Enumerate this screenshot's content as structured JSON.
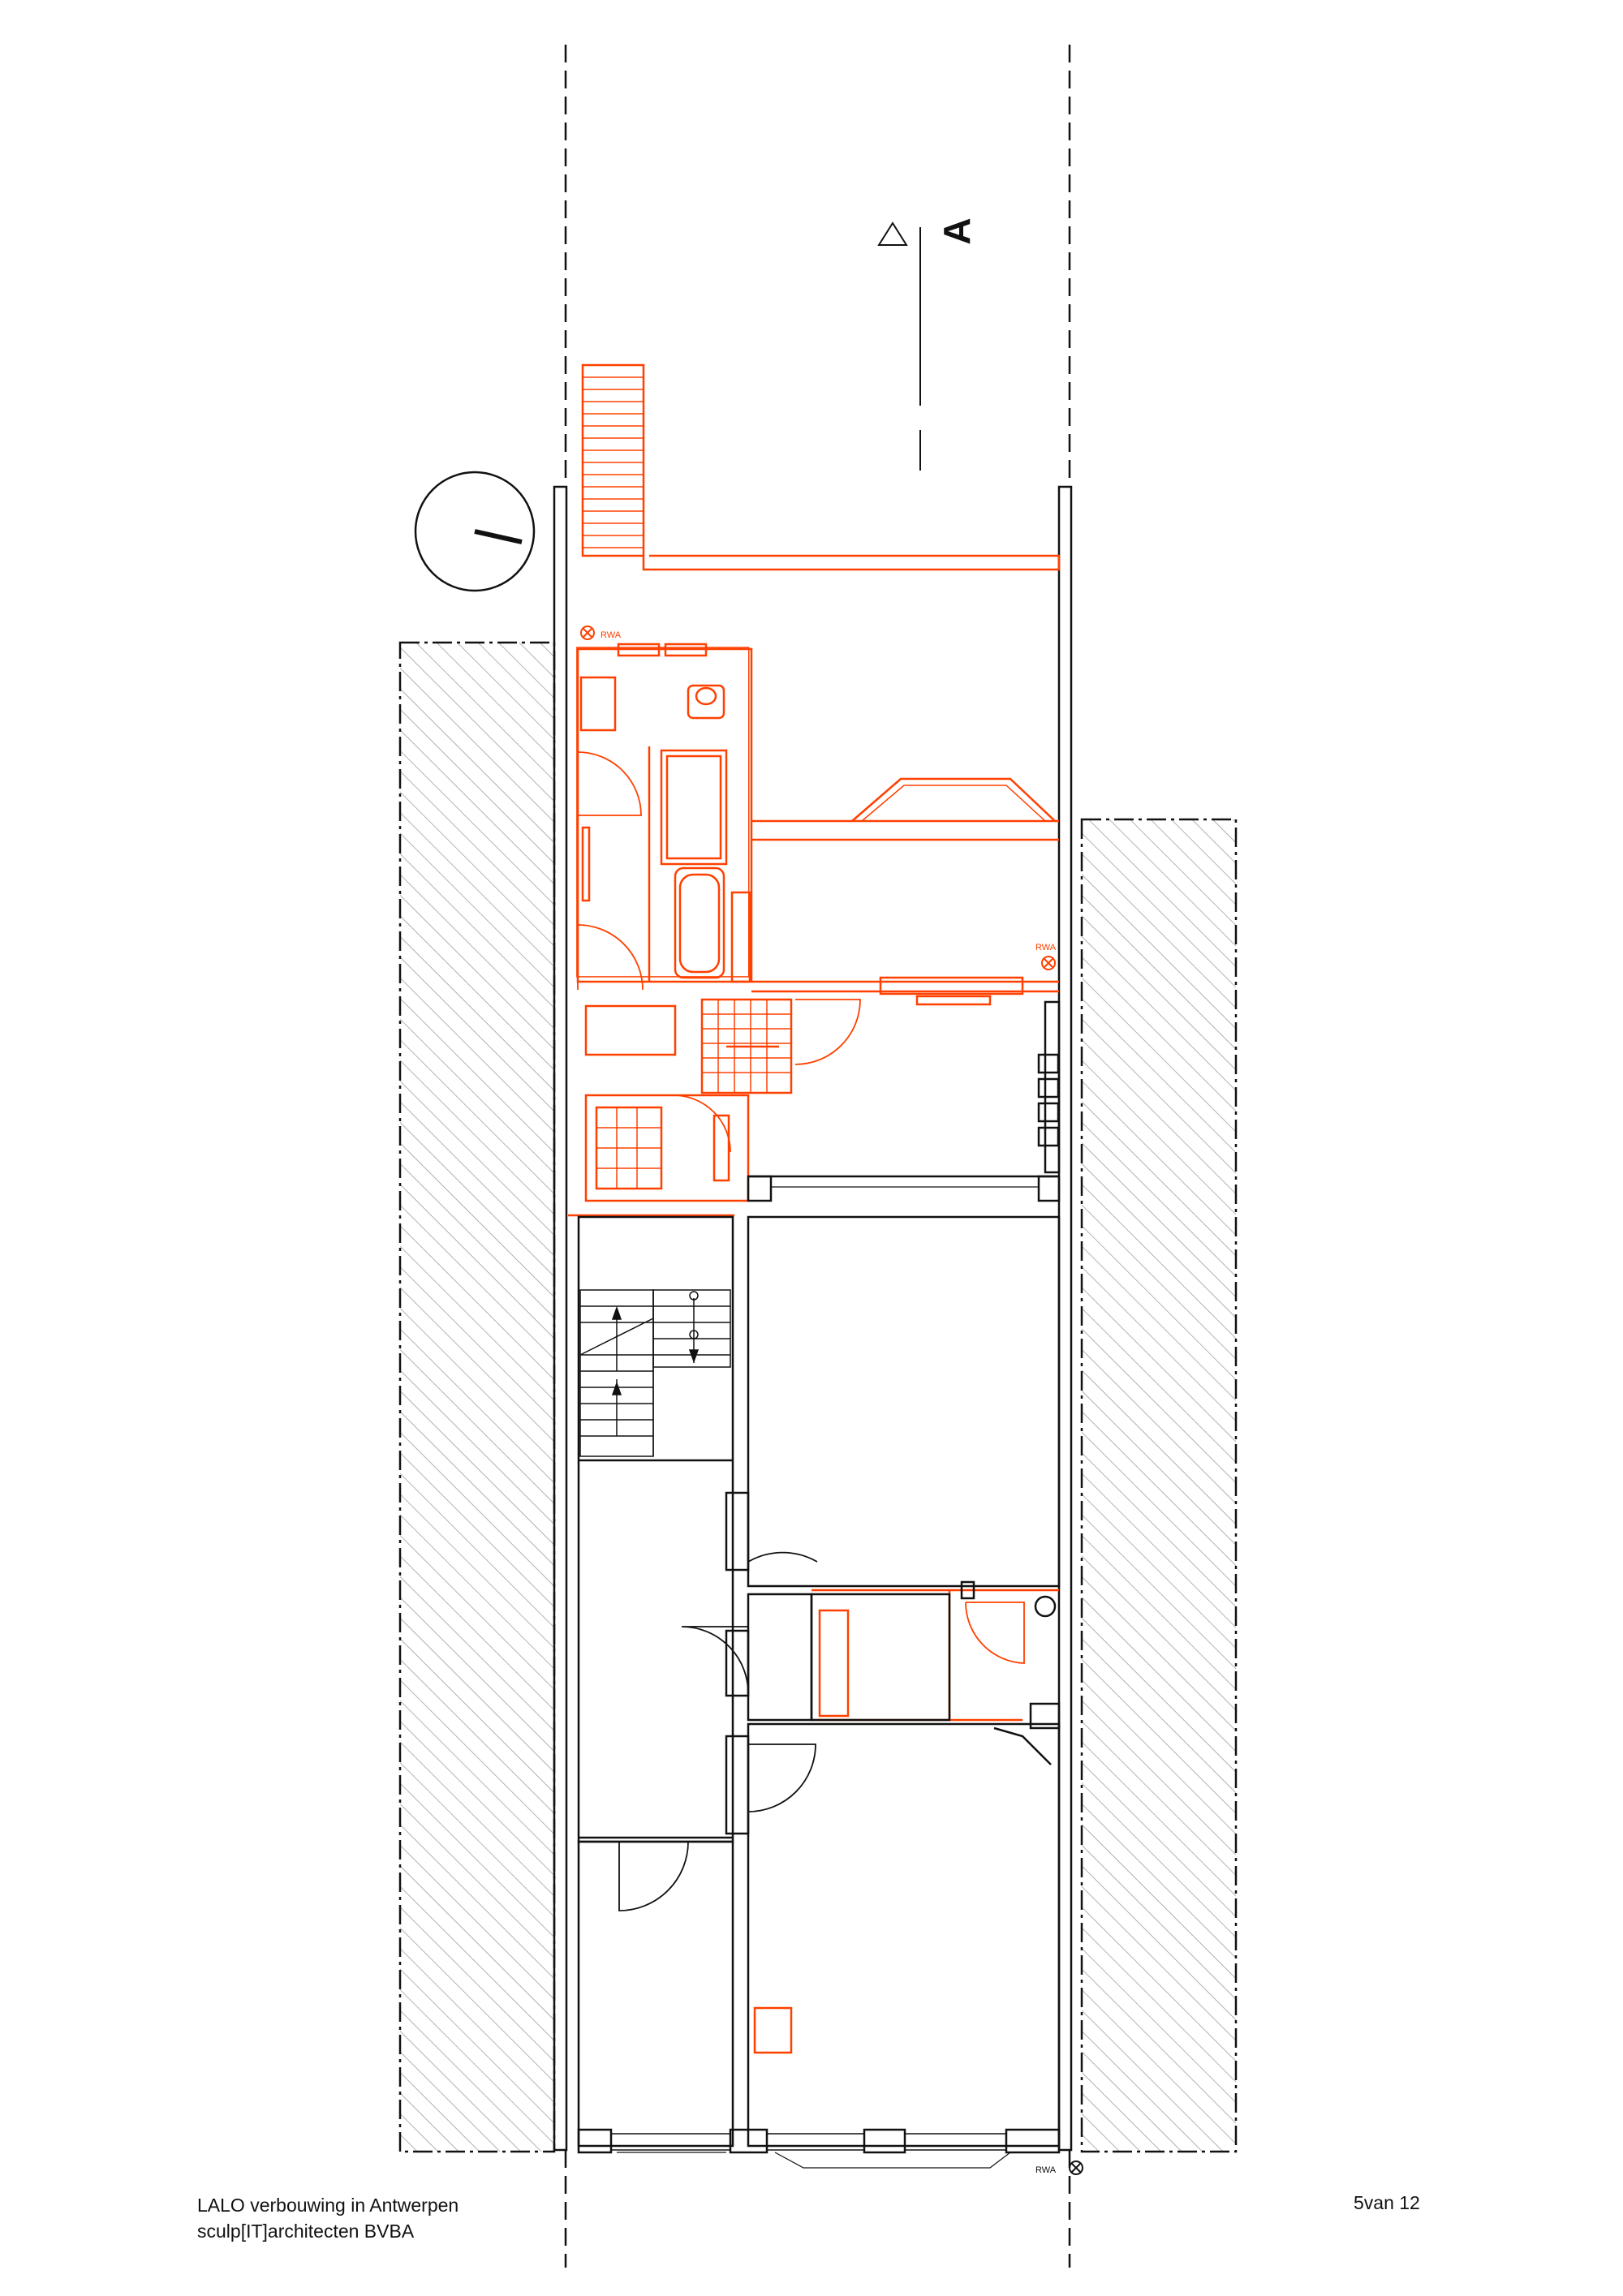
{
  "project": {
    "title": "LALO verbouwing in Antwerpen",
    "office": "sculp[IT]architecten BVBA"
  },
  "page": {
    "label": "5van 12"
  },
  "section_marker": {
    "label": "A"
  },
  "drain_labels": {
    "top": "RWA",
    "middle": "RWA",
    "bottom": "RWA"
  },
  "colors": {
    "existing": "#111111",
    "new": "#ff4000",
    "hatch": "#888888"
  }
}
